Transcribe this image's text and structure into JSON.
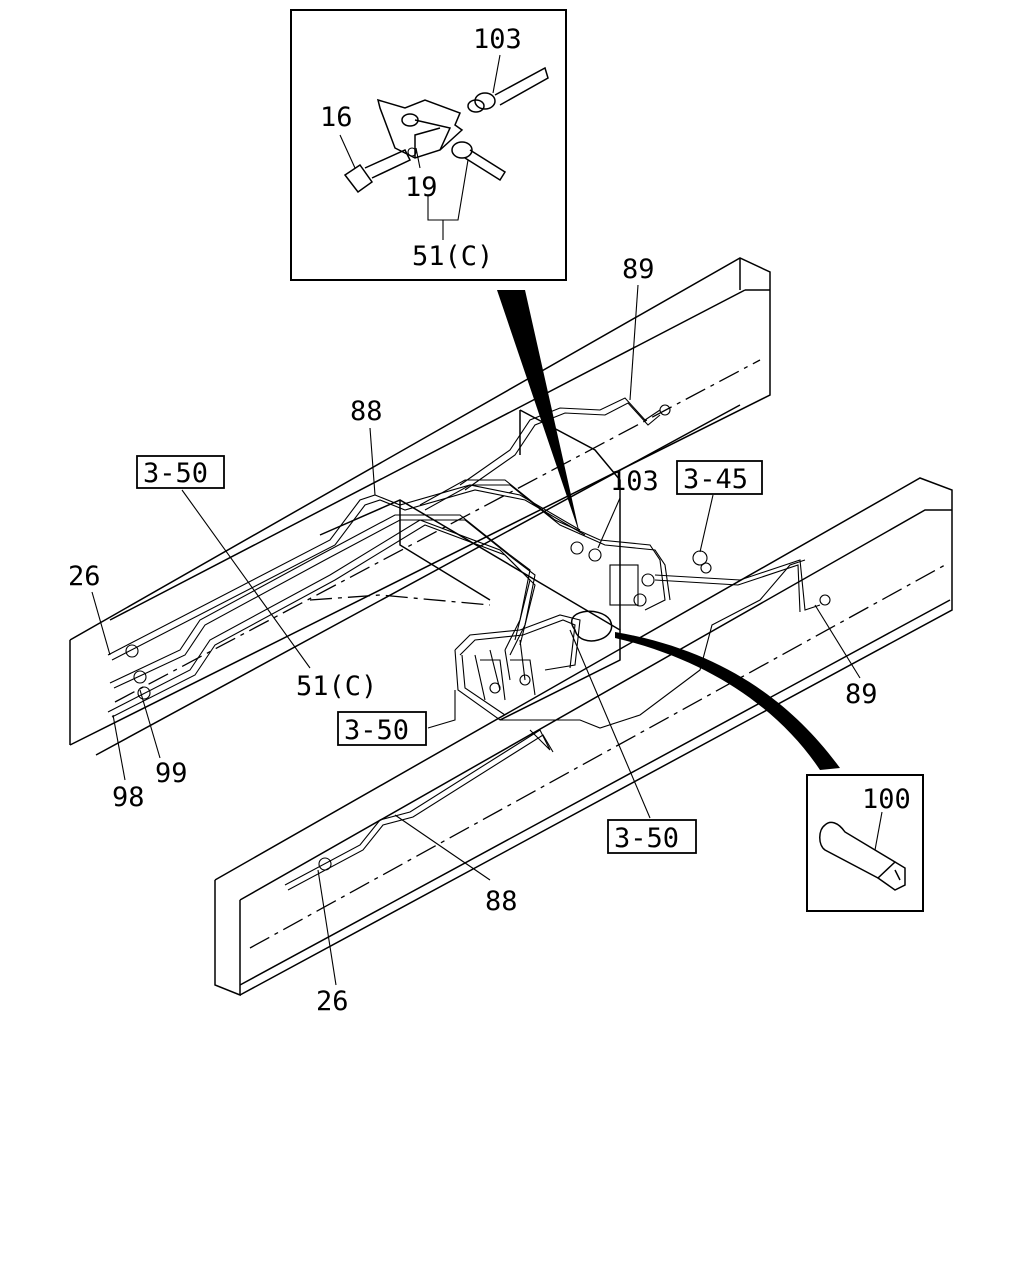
{
  "inset_top": {
    "labels": {
      "l103": "103",
      "l16": "16",
      "l19": "19",
      "l51c": "51(C)"
    }
  },
  "inset_clip": {
    "labels": {
      "l100": "100"
    }
  },
  "callouts": {
    "l89_top": "89",
    "l88_top": "88",
    "l103_mid": "103",
    "l26_left": "26",
    "l51c_mid": "51(C)",
    "l99": "99",
    "l98": "98",
    "l89_right": "89",
    "l88_bottom": "88",
    "l26_bottom": "26"
  },
  "refs": {
    "r350_a": "3-50",
    "r345": "3-45",
    "r350_b": "3-50",
    "r350_c": "3-50"
  }
}
